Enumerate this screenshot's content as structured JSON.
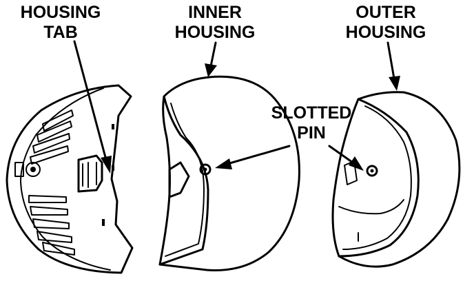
{
  "labels": {
    "housing_tab": [
      "HOUSING",
      "TAB"
    ],
    "inner_housing": [
      "INNER",
      "HOUSING"
    ],
    "outer_housing": [
      "OUTER",
      "HOUSING"
    ],
    "slotted_pin": [
      "SLOTTED",
      "PIN"
    ]
  },
  "colors": {
    "ink": "#000000",
    "paper": "#ffffff"
  }
}
